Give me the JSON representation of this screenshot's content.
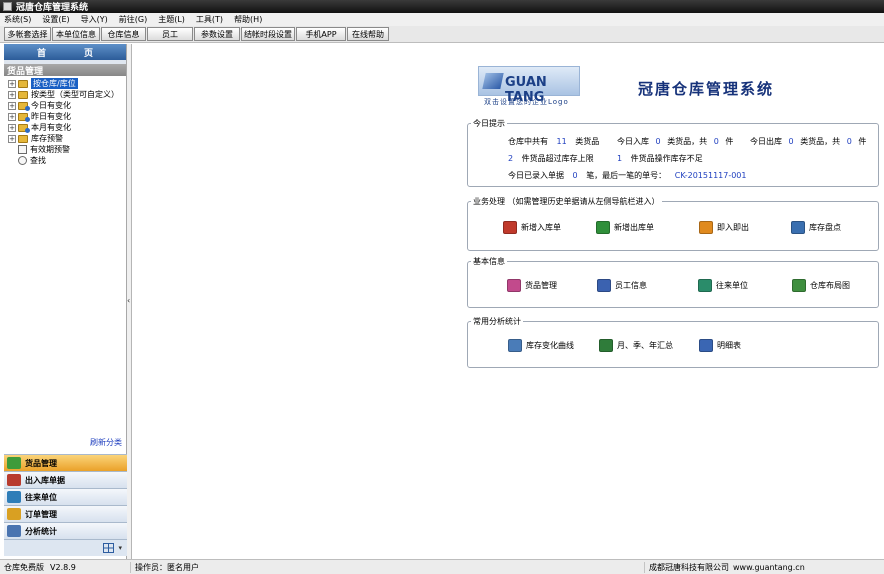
{
  "window": {
    "title": "冠唐仓库管理系统"
  },
  "menu": [
    "系统(S)",
    "设置(E)",
    "导入(Y)",
    "前往(G)",
    "主题(L)",
    "工具(T)",
    "帮助(H)"
  ],
  "toolbar": [
    "多帐套选择",
    "本单位信息",
    "仓库信息",
    "员工",
    "参数设置",
    "结帐时段设置",
    "手机APP",
    "在线帮助"
  ],
  "sidebar": {
    "home_tab": [
      "首",
      "页"
    ],
    "group_title": "货品管理",
    "tree": [
      {
        "label": "按仓库/库位",
        "selected": true,
        "expander": "+"
      },
      {
        "label": "按类型（类型可自定义）",
        "selected": false,
        "expander": "+"
      },
      {
        "label": "今日有变化",
        "selected": false,
        "expander": "+"
      },
      {
        "label": "昨日有变化",
        "selected": false,
        "expander": "+"
      },
      {
        "label": "本月有变化",
        "selected": false,
        "expander": "+"
      },
      {
        "label": "库存预警",
        "selected": false,
        "expander": "+"
      },
      {
        "label": "有效期预警",
        "selected": false,
        "expander": ""
      },
      {
        "label": "查找",
        "selected": false,
        "expander": ""
      }
    ],
    "refresh_label": "刷新分类",
    "nav": [
      {
        "label": "货品管理",
        "active": true,
        "color": "#3e9b3a"
      },
      {
        "label": "出入库单据",
        "active": false,
        "color": "#b83b2e"
      },
      {
        "label": "往来单位",
        "active": false,
        "color": "#2e7db8"
      },
      {
        "label": "订单管理",
        "active": false,
        "color": "#d9a022"
      },
      {
        "label": "分析统计",
        "active": false,
        "color": "#4a74b0"
      }
    ]
  },
  "branding": {
    "logo_text": "GUAN TANG",
    "tagline": "双击设置您的企业Logo",
    "app_title": "冠唐仓库管理系统"
  },
  "today": {
    "legend": "今日提示",
    "s1_pre": "仓库中共有",
    "total_kinds": "11",
    "s1_post": "类货品",
    "s2_pre": "今日入库",
    "in_kinds": "0",
    "s2_mid": "类货品，共",
    "in_count": "0",
    "s2_post": "件",
    "s3_pre": "今日出库",
    "out_kinds": "0",
    "s3_mid": "类货品，共",
    "out_count": "0",
    "s3_post": "件",
    "over_limit": "2",
    "s4_post": "件货品超过库存上限",
    "under_limit": "1",
    "s5_post": "件货品操作库存不足",
    "s6_pre": "今日已录入单据",
    "docs": "0",
    "s6_mid": "笔，最后一笔的单号：",
    "last_no": "CK-20151117-001"
  },
  "business": {
    "legend": "业务处理 （如需管理历史单据请从左侧导航栏进入）",
    "actions": [
      {
        "label": "新增入库单",
        "color": "#c0392b"
      },
      {
        "label": "新增出库单",
        "color": "#2f8f3a"
      },
      {
        "label": "即入即出",
        "color": "#e08a1e"
      },
      {
        "label": "库存盘点",
        "color": "#3a6fb0"
      }
    ]
  },
  "basic": {
    "legend": "基本信息",
    "actions": [
      {
        "label": "货品管理",
        "color": "#c24a8c"
      },
      {
        "label": "员工信息",
        "color": "#3b62b0"
      },
      {
        "label": "往来单位",
        "color": "#2a8c6a"
      },
      {
        "label": "仓库布局图",
        "color": "#3f8f3f"
      }
    ]
  },
  "analysis": {
    "legend": "常用分析统计",
    "actions": [
      {
        "label": "库存变化曲线",
        "color": "#4a7cb8"
      },
      {
        "label": "月、季、年汇总",
        "color": "#2f7c3a"
      },
      {
        "label": "明细表",
        "color": "#3a66b3"
      }
    ]
  },
  "status": {
    "edition": "仓库免费版",
    "version": "V2.8.9",
    "operator": "操作员：匿名用户",
    "company": "成都冠唐科技有限公司",
    "site": "www.guantang.cn"
  }
}
